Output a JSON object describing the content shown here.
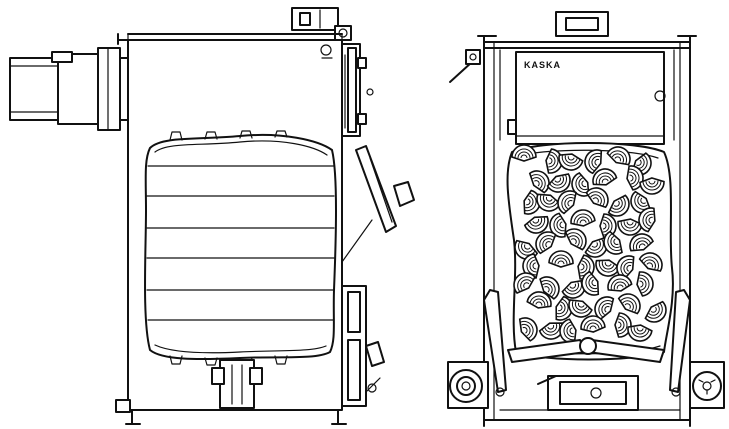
{
  "brand_label": "KASKA",
  "colors": {
    "line": "#111111",
    "background": "#ffffff"
  },
  "views": [
    {
      "id": "side-view",
      "icon": "boiler-side-cutaway"
    },
    {
      "id": "front-view",
      "icon": "boiler-front-cutaway-with-logs"
    }
  ]
}
